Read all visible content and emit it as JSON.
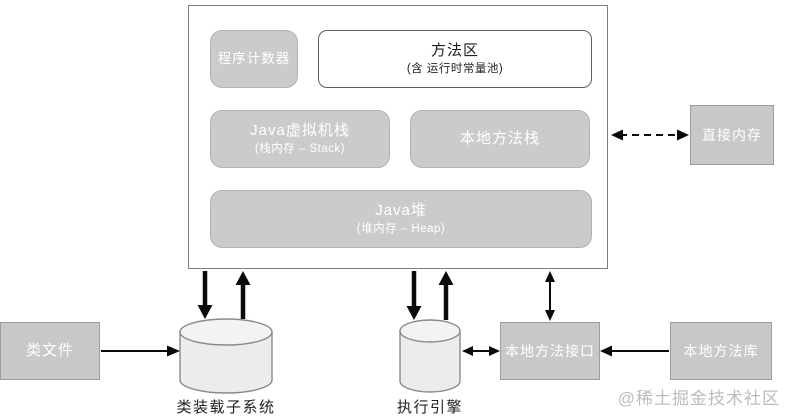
{
  "diagram": {
    "runtime_area": {
      "program_counter": {
        "label": "程序计数器"
      },
      "method_area": {
        "label": "方法区",
        "sublabel": "(含 运行时常量池)"
      },
      "jvm_stack": {
        "label": "Java虚拟机栈",
        "sublabel": "(栈内存 – Stack)"
      },
      "native_method_stack": {
        "label": "本地方法栈"
      },
      "java_heap": {
        "label": "Java堆",
        "sublabel": "(堆内存 – Heap)"
      }
    },
    "direct_memory": {
      "label": "直接内存"
    },
    "class_file": {
      "label": "类文件"
    },
    "class_loader": {
      "label": "类装载子系统"
    },
    "execution_engine": {
      "label": "执行引擎"
    },
    "native_interface": {
      "label": "本地方法接口"
    },
    "native_library": {
      "label": "本地方法库"
    },
    "watermark": "@稀土掘金技术社区",
    "colors": {
      "box_fill": "#cbcbcb",
      "box_border": "#b2b2b2",
      "box_text": "#ffffff",
      "cylinder_fill": "#ededed",
      "outline": "#7d7d7d",
      "arrow": "#0a0a0a",
      "watermark_text": "#bcbcbc"
    }
  }
}
